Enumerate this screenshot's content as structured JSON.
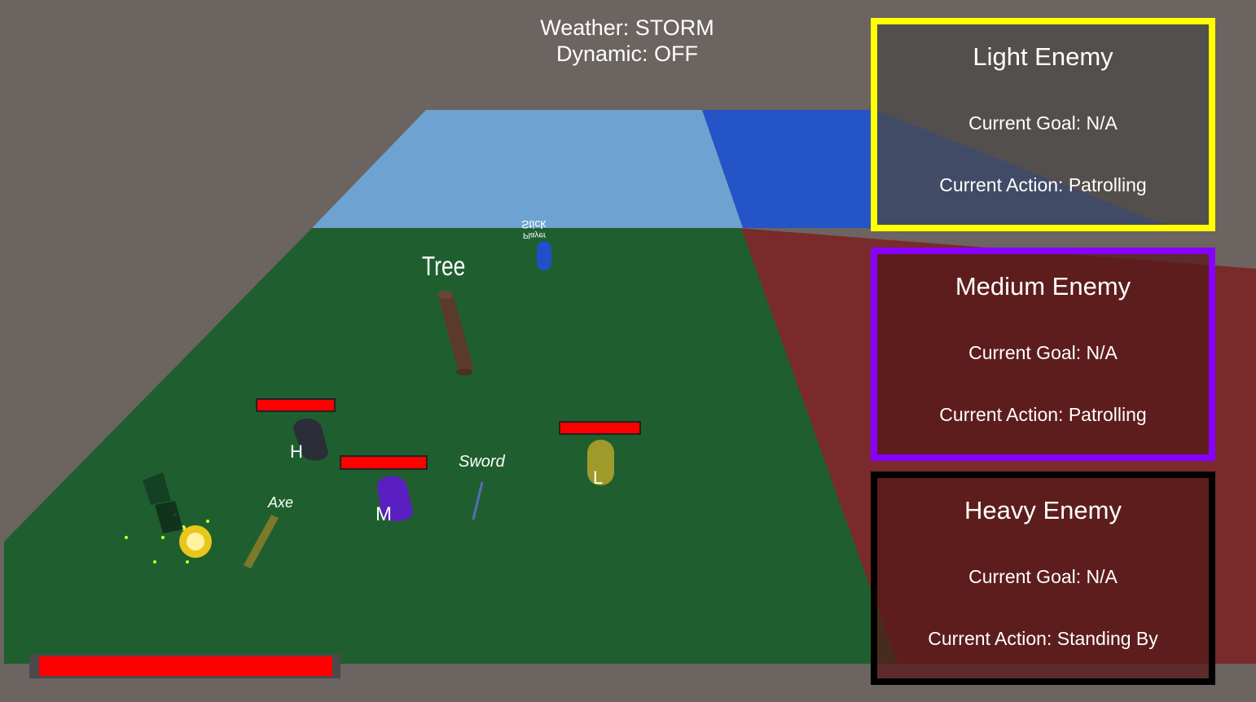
{
  "hud": {
    "weather_label": "Weather: STORM",
    "dynamic_label": "Dynamic: OFF"
  },
  "panels": {
    "light": {
      "title": "Light Enemy",
      "goal": "Current Goal: N/A",
      "action": "Current Action: Patrolling",
      "border_color": "#ffff00"
    },
    "medium": {
      "title": "Medium Enemy",
      "goal": "Current Goal: N/A",
      "action": "Current Action: Patrolling",
      "border_color": "#8800ff"
    },
    "heavy": {
      "title": "Heavy Enemy",
      "goal": "Current Goal: N/A",
      "action": "Current Action: Standing By",
      "border_color": "#000000"
    }
  },
  "world": {
    "tree_label": "Tree",
    "player_label": "Player",
    "stick_label": "Stick",
    "sword_label": "Sword",
    "axe_label": "Axe",
    "enemy_h_label": "H",
    "enemy_m_label": "M",
    "enemy_l_label": "L"
  },
  "player": {
    "health_fraction": 1.0
  },
  "colors": {
    "ground": "#1f5f2f",
    "water_zone": "#2454c6",
    "sky_zone": "#6ea3d1",
    "danger_zone": "#7a2a2a",
    "health_bar": "#ff0000"
  }
}
